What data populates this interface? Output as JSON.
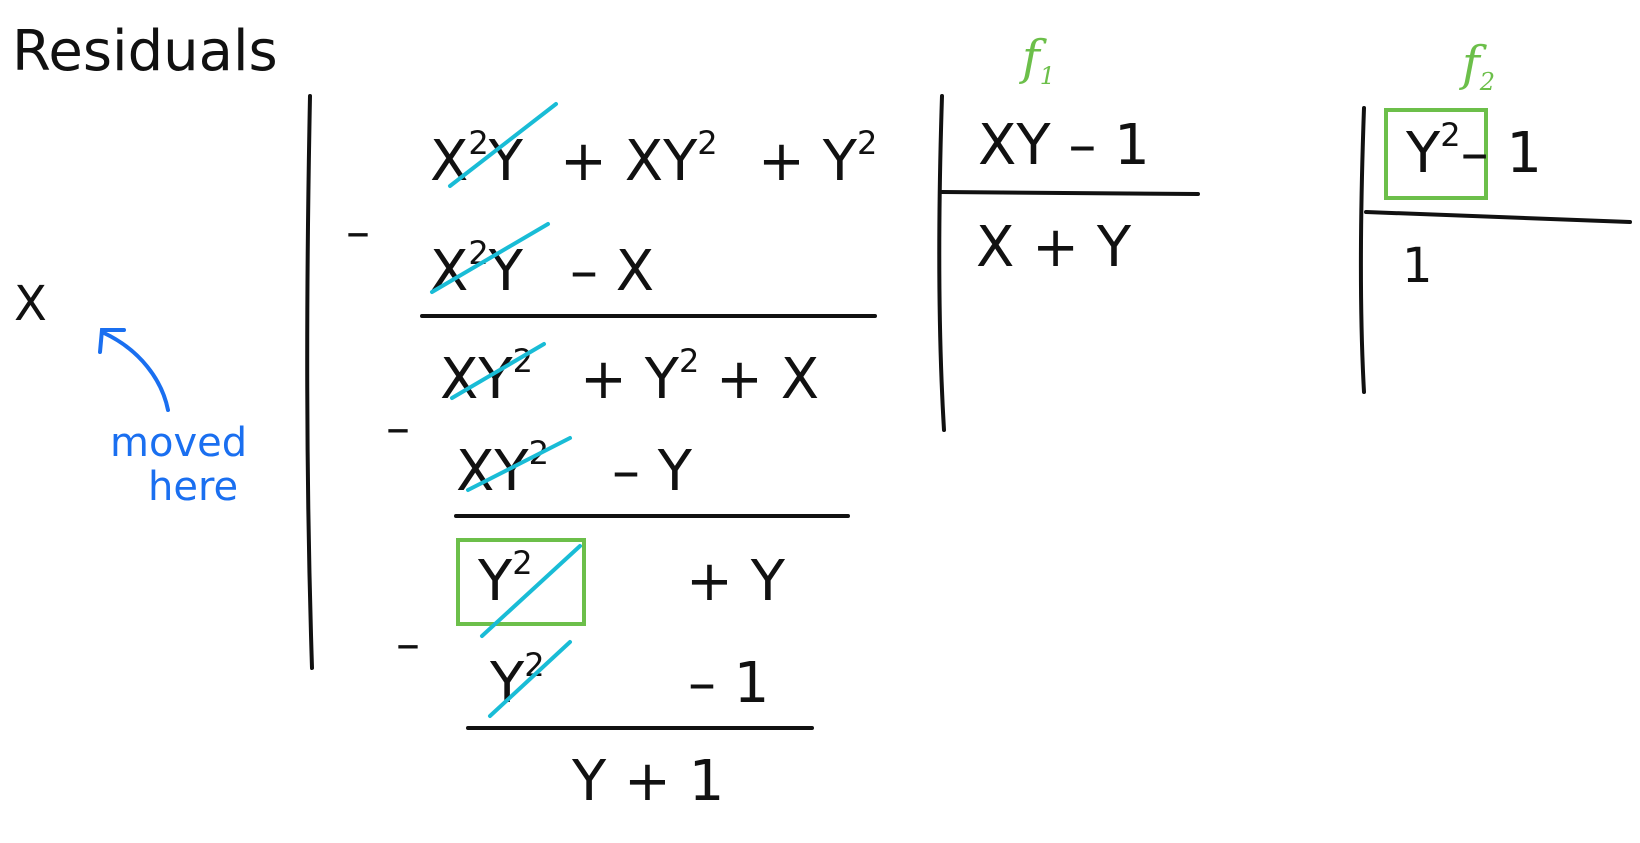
{
  "title": "Residuals",
  "residual": {
    "term": "X"
  },
  "annotation": {
    "line1": "moved",
    "line2": "here"
  },
  "division": {
    "dividend": {
      "t1_base": "X",
      "t1_exp": "2",
      "t1_rest": "Y",
      "t2": "+ XY",
      "t2_exp": "2",
      "t3": "+ Y",
      "t3_exp": "2"
    },
    "step1": {
      "sign": "–",
      "a": "X",
      "a_exp": "2",
      "a_rest": "Y",
      "b": "– X"
    },
    "row2": {
      "a": "XY",
      "a_exp": "2",
      "b": "+ Y",
      "b_exp": "2",
      "c": "+ X"
    },
    "step2": {
      "sign": "–",
      "a": "XY",
      "a_exp": "2",
      "b": "– Y"
    },
    "row3": {
      "a": "Y",
      "a_exp": "2",
      "b": "+ Y"
    },
    "step3": {
      "sign": "–",
      "a": "Y",
      "a_exp": "2",
      "b": "– 1"
    },
    "remainder": "Y + 1"
  },
  "divisor1": {
    "label": "f",
    "sub": "1",
    "poly": "XY – 1",
    "quotient": "X + Y"
  },
  "divisor2": {
    "label": "f",
    "sub": "2",
    "poly_base": "Y",
    "poly_exp": "2",
    "poly_rest": "– 1",
    "quotient": "1"
  },
  "colors": {
    "ink": "#111111",
    "crossout": "#19bcd6",
    "highlight": "#6cbf4a",
    "note": "#1a6ff0"
  }
}
